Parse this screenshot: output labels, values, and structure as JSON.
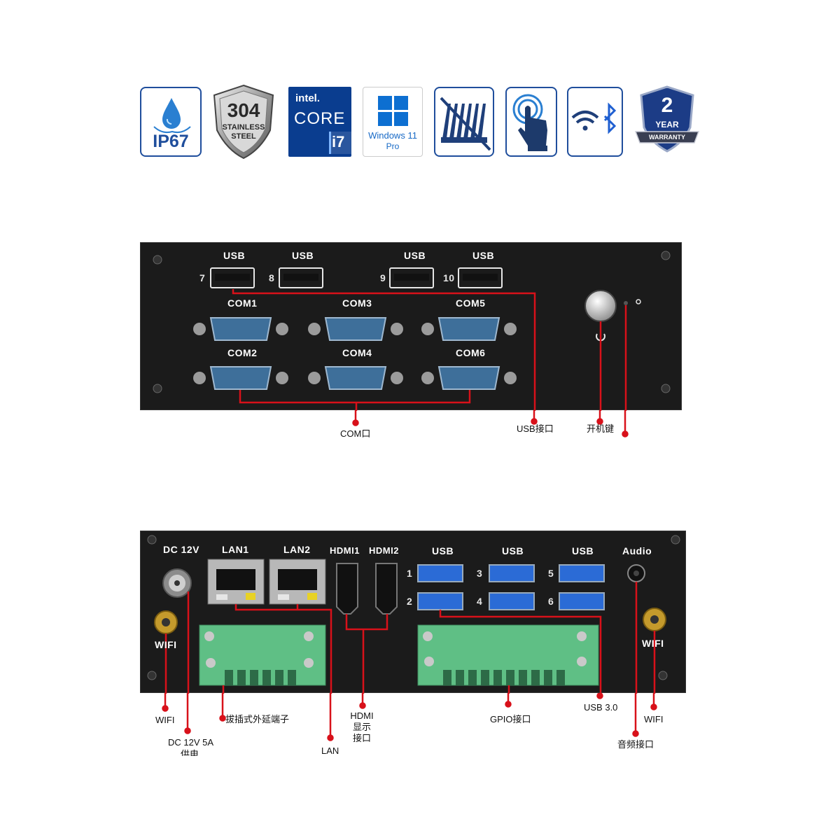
{
  "badges": {
    "ip67": {
      "text": "IP67"
    },
    "steel": {
      "num": "304",
      "line1": "STAINLESS",
      "line2": "STEEL"
    },
    "intel": {
      "brand": "intel.",
      "line": "CORE",
      "tier": "i7"
    },
    "windows": {
      "line1": "Windows 11",
      "line2": "Pro"
    },
    "warranty": {
      "num": "2",
      "unit": "YEAR",
      "ribbon": "WARRANTY"
    }
  },
  "front_panel": {
    "usb_headers": [
      "USB",
      "USB",
      "USB",
      "USB"
    ],
    "usb_numbers": [
      "7",
      "8",
      "9",
      "10"
    ],
    "com_labels": [
      "COM1",
      "COM3",
      "COM5",
      "COM2",
      "COM4",
      "COM6"
    ],
    "callouts": {
      "com": "COM口",
      "usb": "USB接口",
      "power": "开机键"
    }
  },
  "rear_panel": {
    "labels": {
      "dc": "DC 12V",
      "lan1": "LAN1",
      "lan2": "LAN2",
      "hdmi1": "HDMI1",
      "hdmi2": "HDMI2",
      "usb": [
        "USB",
        "USB",
        "USB"
      ],
      "audio": "Audio",
      "wifi_left": "WIFI",
      "wifi_right": "WIFI",
      "usb_numbers": [
        "1",
        "3",
        "5",
        "2",
        "4",
        "6"
      ]
    },
    "callouts": {
      "wifi_left": "WIFI",
      "dc": "DC 12V 5A",
      "dc_2": "供电",
      "terminal": "拔插式外延端子",
      "lan": "LAN",
      "hdmi": "HDMI",
      "hdmi_2": "显示",
      "hdmi_3": "接口",
      "gpio": "GPIO接口",
      "usb3": "USB 3.0",
      "wifi_right": "WIFI",
      "audio": "音频接口"
    }
  },
  "colors": {
    "accent": "#1f4e9c",
    "callout_line": "#d8111a",
    "panel": "#1b1b1b",
    "terminal": "#5fbf85"
  }
}
